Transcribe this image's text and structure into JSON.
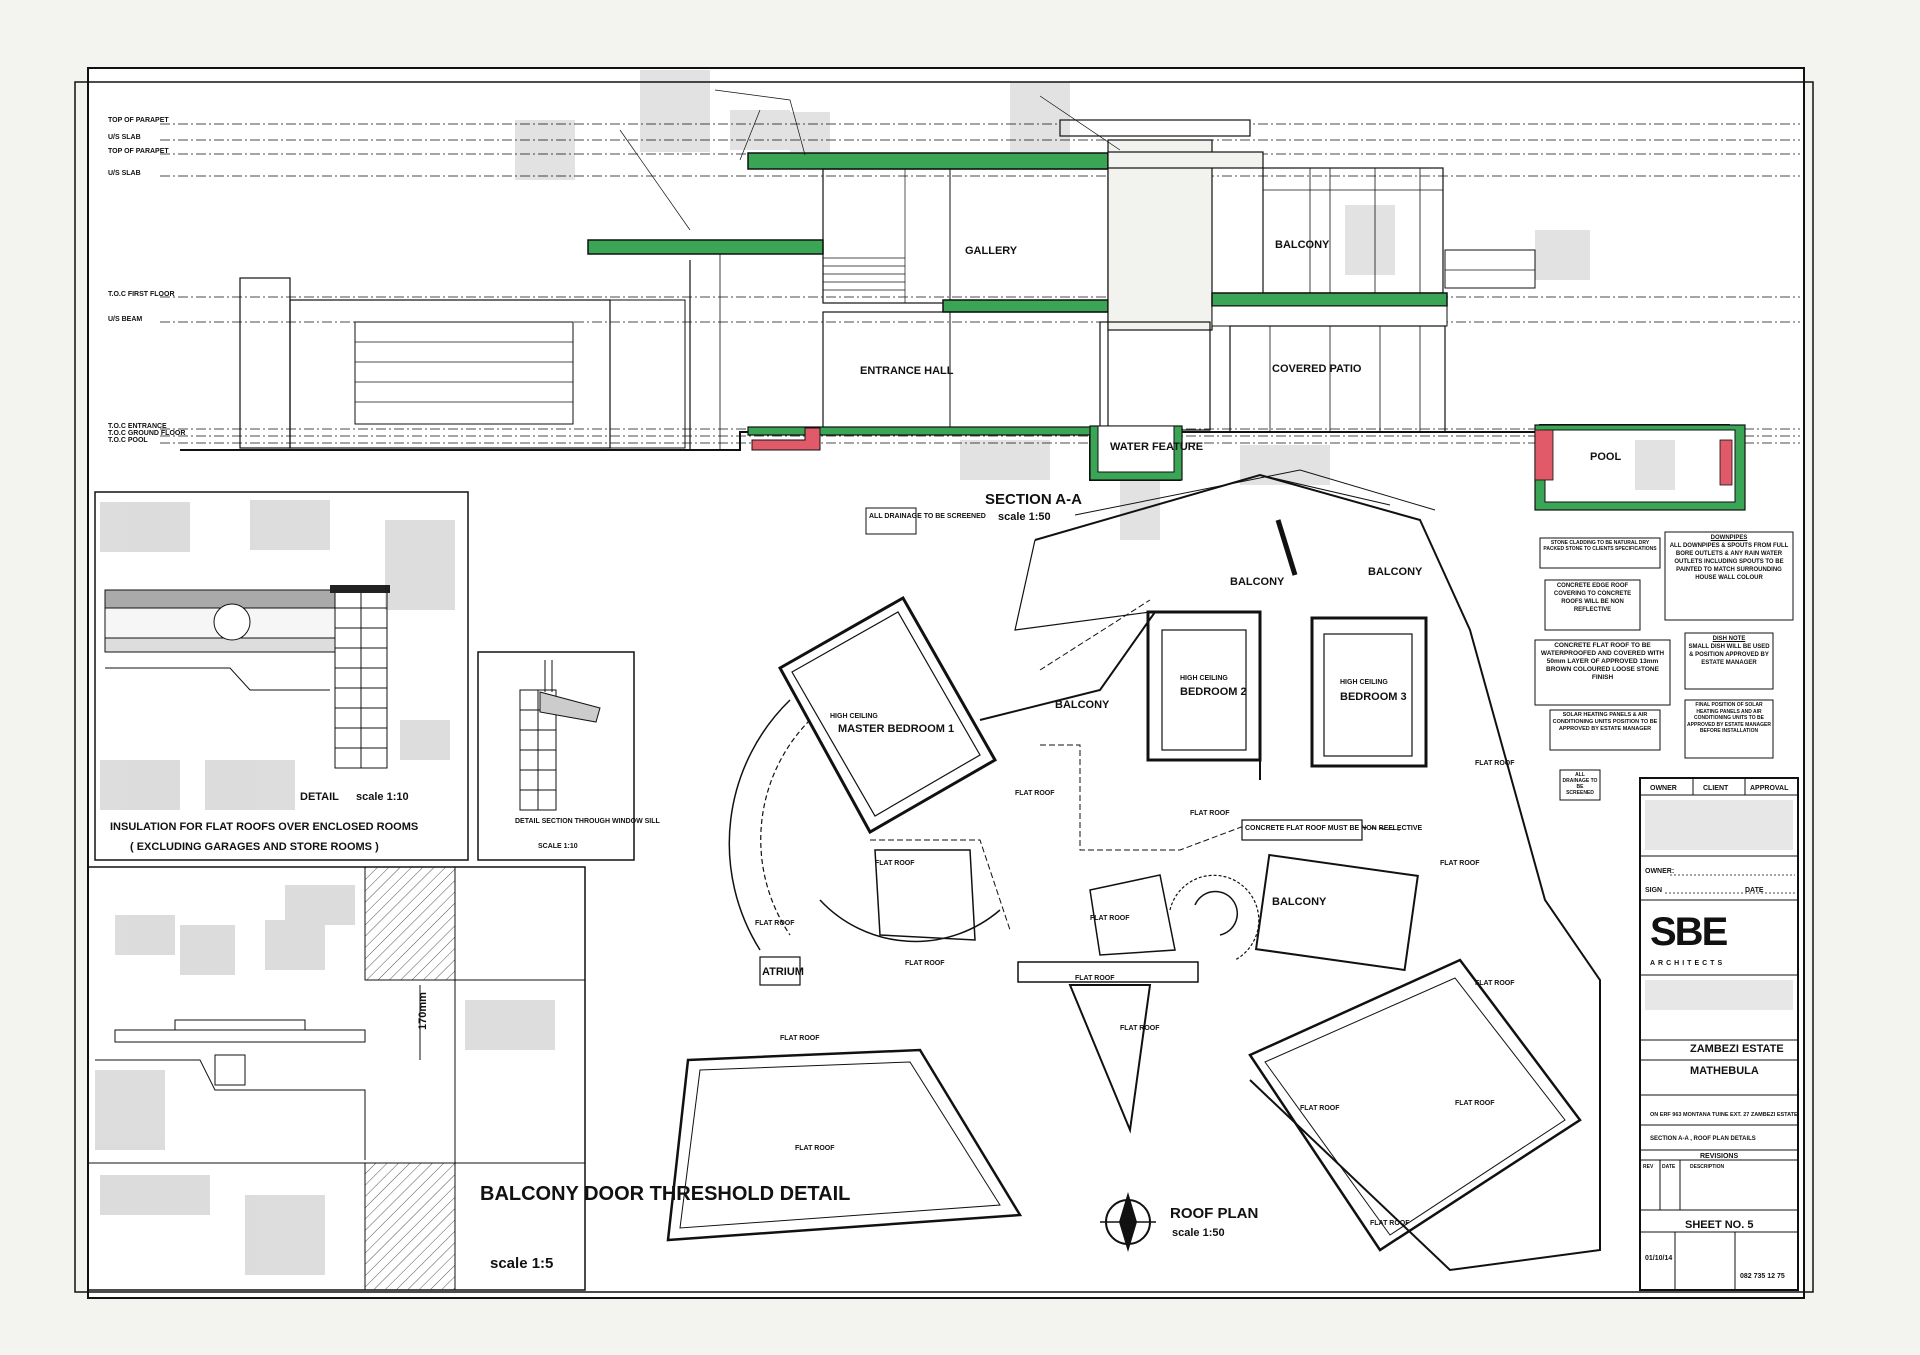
{
  "levels": [
    "TOP OF PARAPET",
    "U/S SLAB",
    "TOP OF PARAPET",
    "U/S SLAB",
    "T.O.C FIRST FLOOR",
    "U/S BEAM",
    "T.O.C ENTRANCE",
    "T.O.C GROUND FLOOR",
    "T.O.C POOL"
  ],
  "section": {
    "title": "SECTION A-A",
    "scale": "scale 1:50",
    "rooms": [
      "GALLERY",
      "BALCONY",
      "ENTRANCE HALL",
      "COVERED PATIO",
      "WATER FEATURE",
      "POOL"
    ],
    "drainage_note": "ALL DRAINAGE TO BE SCREENED"
  },
  "insulation_detail": {
    "title": "INSULATION FOR FLAT ROOFS OVER ENCLOSED ROOMS",
    "subtitle": "( EXCLUDING GARAGES AND STORE ROOMS )",
    "detail_label": "DETAIL",
    "scale": "scale 1:10"
  },
  "window_detail": {
    "title": "DETAIL SECTION THROUGH WINDOW SILL",
    "scale": "SCALE 1:10"
  },
  "balcony_detail": {
    "title": "BALCONY DOOR THRESHOLD DETAIL",
    "scale": "scale 1:5",
    "dimension": "170mm"
  },
  "roof_plan": {
    "title": "ROOF PLAN",
    "scale": "scale 1:50",
    "rooms": [
      "MASTER BEDROOM 1",
      "BEDROOM 2",
      "BEDROOM 3",
      "BALCONY",
      "ATRIUM",
      "FLAT ROOF"
    ],
    "room_prefix": "HIGH CEILING",
    "non_reflective_note": "CONCRETE FLAT ROOF MUST BE NON REFLECTIVE"
  },
  "notes": [
    "STONE CLADDING TO BE NATURAL DRY PACKED STONE TO CLIENTS SPECIFICATIONS",
    "CONCRETE EDGE ROOF COVERING TO CONCRETE ROOFS WILL BE NON REFLECTIVE",
    "CONCRETE FLAT ROOF TO BE WATERPROOFED AND COVERED WITH 50mm LAYER OF APPROVED 13mm BROWN COLOURED LOOSE STONE FINISH",
    "SOLAR HEATING PANELS & AIR CONDITIONING UNITS POSITION TO BE APPROVED BY ESTATE MANAGER",
    "ALL DRAINAGE TO BE SCREENED"
  ],
  "downpipes_note": {
    "title": "DOWNPIPES",
    "text": "ALL DOWNPIPES & SPOUTS FROM FULL BORE OUTLETS & ANY RAIN WATER OUTLETS INCLUDING SPOUTS TO BE PAINTED TO MATCH SURROUNDING HOUSE WALL COLOUR"
  },
  "dish_note": {
    "title": "DISH NOTE",
    "text": "SMALL DISH WILL BE USED & POSITION APPROVED BY ESTATE MANAGER"
  },
  "final_note": "FINAL POSITION OF SOLAR HEATING PANELS AND AIR CONDITIONING UNITS TO BE APPROVED BY ESTATE MANAGER BEFORE INSTALLATION",
  "title_block": {
    "headers": [
      "OWNER",
      "CLIENT",
      "APPROVAL"
    ],
    "owner_label": "OWNER:",
    "sign_label": "SIGN",
    "date_label": "DATE",
    "logo": "SBE",
    "logo_sub": "ARCHITECTS",
    "project": "ZAMBEZI ESTATE",
    "client": "MATHEBULA",
    "address": "ON ERF 963 MONTANA TUINE EXT. 27 ZAMBEZI ESTATE",
    "drawing": "SECTION A-A , ROOF PLAN DETAILS",
    "revisions": "REVISIONS",
    "rev_cols": [
      "REV",
      "DATE",
      "DESCRIPTION"
    ],
    "sheet": "SHEET NO. 5",
    "date": "01/10/14",
    "phone": "082 735 12 75"
  }
}
